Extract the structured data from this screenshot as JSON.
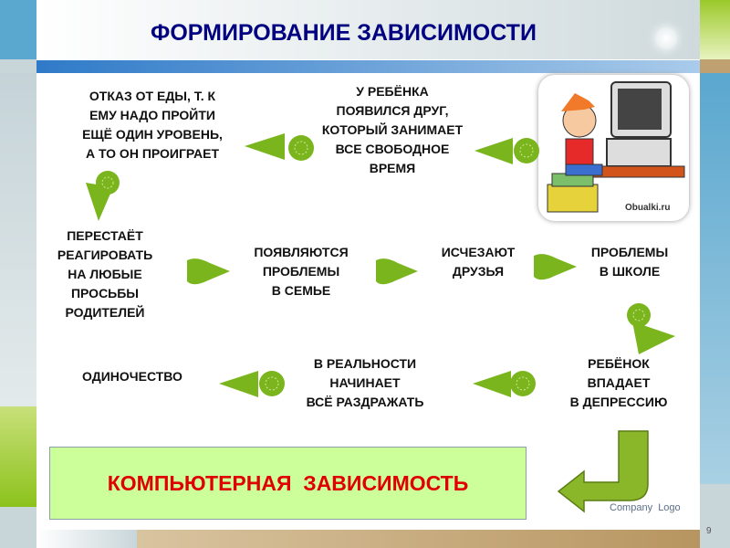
{
  "slide": {
    "title": "ФОРМИРОВАНИЕ ЗАВИСИМОСТИ",
    "steps": {
      "refuse_food": "ОТКАЗ ОТ ЕДЫ, Т. К\nЕМУ НАДО ПРОЙТИ\nЕЩЁ ОДИН УРОВЕНЬ,\nА ТО ОН ПРОИГРАЕТ",
      "new_friend": "У РЕБЁНКА\nПОЯВИЛСЯ ДРУГ,\nКОТОРЫЙ ЗАНИМАЕТ\nВСЕ СВОБОДНОЕ\nВРЕМЯ",
      "ignores_parents": "ПЕРЕСТАЁТ\nРЕАГИРОВАТЬ\nНА ЛЮБЫЕ\nПРОСЬБЫ\nРОДИТЕЛЕЙ",
      "family_problems": "ПОЯВЛЯЮТСЯ\nПРОБЛЕМЫ\nВ СЕМЬЕ",
      "friends_vanish": "ИСЧЕЗАЮТ\nДРУЗЬЯ",
      "school_problems": "ПРОБЛЕМЫ\nВ ШКОЛЕ",
      "loneliness": "ОДИНОЧЕСТВО",
      "irritation": "В РЕАЛЬНОСТИ\nНАЧИНАЕТ\nВСЁ РАЗДРАЖАТЬ",
      "depression": "РЕБЁНОК\nВПАДАЕТ\nВ ДЕПРЕССИЮ"
    },
    "conclusion": "КОМПЬЮТЕРНАЯ  ЗАВИСИМОСТЬ",
    "image_watermark": "Obualki.ru",
    "company_logo": "Company  Logo",
    "page_number": "9"
  },
  "colors": {
    "title": "#000080",
    "conclusion": "#e00000",
    "box": "#ccff99",
    "arrow": "#7ab51d"
  }
}
